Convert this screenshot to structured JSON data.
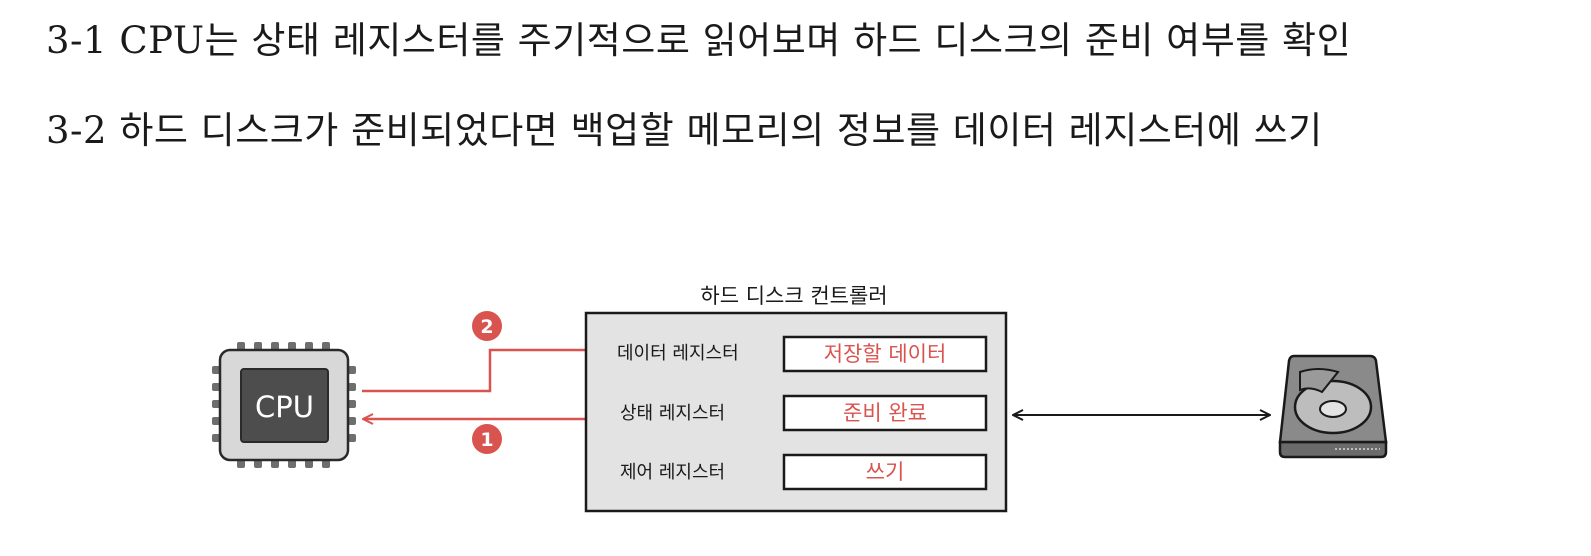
{
  "steps": {
    "step1": "3-1 CPU는 상태 레지스터를 주기적으로 읽어보며 하드 디스크의 준비 여부를 확인",
    "step2": "3-2 하드 디스크가 준비되었다면 백업할 메모리의 정보를 데이터 레지스터에 쓰기"
  },
  "cpu": {
    "label": "CPU"
  },
  "controller": {
    "title": "하드 디스크 컨트롤러",
    "registers": [
      {
        "name": "데이터 레지스터",
        "value": "저장할 데이터"
      },
      {
        "name": "상태 레지스터",
        "value": "준비 완료"
      },
      {
        "name": "제어 레지스터",
        "value": "쓰기"
      }
    ]
  },
  "badges": {
    "first": "1",
    "second": "2"
  },
  "colors": {
    "accent": "#d9534f",
    "value_text": "#d9534f",
    "panel": "#e3e3e3",
    "chip": "#4d4d4d",
    "chip_body": "#d8d8d8",
    "disk": "#8a8a8a"
  }
}
